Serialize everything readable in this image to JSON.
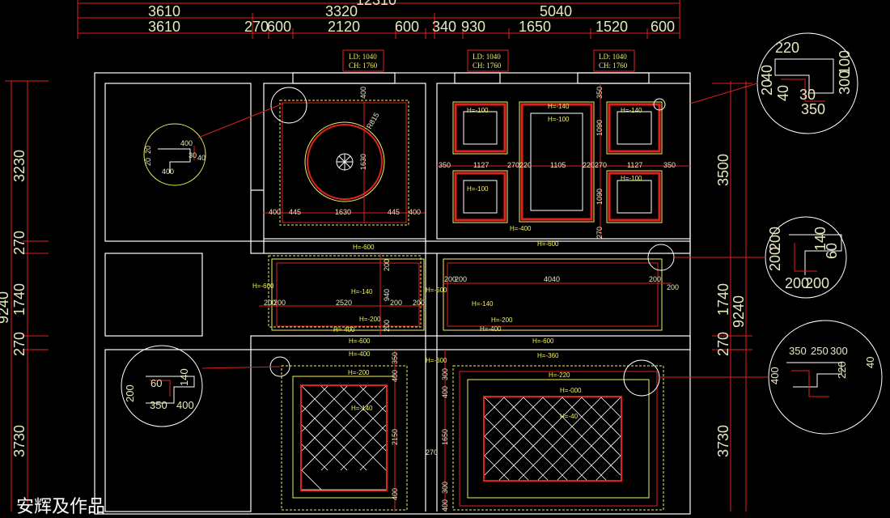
{
  "colors": {
    "background": "#000000",
    "wall": "#ffffff",
    "dimension": "#e02020",
    "yellow": "#f0f060",
    "text": "#e8e8c0"
  },
  "top_dims": {
    "overall": "12310",
    "row1": [
      "3610",
      "3320",
      "5040"
    ],
    "row2": [
      "3610",
      "270",
      "600",
      "2120",
      "600",
      "340",
      "930",
      "1650",
      "1520",
      "600"
    ]
  },
  "left_dims": {
    "overall": "9240",
    "parts": [
      "3230",
      "270",
      "1740",
      "270",
      "3730"
    ]
  },
  "right_dims": {
    "overall": "9240",
    "parts": [
      "3500",
      "1740",
      "270",
      "3730"
    ]
  },
  "lights": [
    {
      "ld": "LD: 1040",
      "ch": "CH: 1760"
    },
    {
      "ld": "LD: 1040",
      "ch": "CH: 1760"
    },
    {
      "ld": "LD: 1040",
      "ch": "CH: 1760"
    }
  ],
  "details": {
    "tl": [
      "400",
      "20",
      "30",
      "40",
      "20",
      "400"
    ],
    "tr": [
      "220",
      "40",
      "20",
      "40",
      "30",
      "300",
      "100",
      "350"
    ],
    "mr": [
      "140",
      "60",
      "200",
      "200",
      "200",
      "200"
    ],
    "br": [
      "350",
      "250",
      "300",
      "400",
      "220",
      "40"
    ],
    "bl": [
      "140",
      "60",
      "200",
      "350",
      "400"
    ]
  },
  "ceiling": {
    "living": {
      "r": "R815",
      "w1": "400",
      "w2": "445",
      "w3": "1630",
      "h": "1630",
      "top": "400"
    },
    "grid_labels": [
      "H=-100",
      "H=-140",
      "H=-100",
      "H=-140",
      "H=-100",
      "H=-100",
      "H=-400"
    ],
    "grid_dims": [
      "350",
      "1127",
      "270",
      "220",
      "1105",
      "220",
      "270",
      "1127",
      "350",
      "1090",
      "1090",
      "350",
      "270"
    ],
    "heights": [
      "H=-600",
      "H=-600",
      "H=-600",
      "H=-500",
      "H=-140",
      "H=-200",
      "H=-400",
      "H=-600",
      "H=-140",
      "H=-200",
      "H=-400",
      "H=-600",
      "H=-400",
      "H=-360",
      "H=-200",
      "H=-220",
      "H=-000",
      "H=-140",
      "H=-40",
      "H=-600"
    ],
    "mid_dims": [
      "200",
      "200",
      "2520",
      "200",
      "200",
      "940",
      "200",
      "200",
      "200",
      "200",
      "4040",
      "200",
      "200"
    ],
    "low_dims": [
      "350",
      "400",
      "2150",
      "400",
      "270",
      "1650",
      "300",
      "400",
      "300",
      "400"
    ]
  },
  "watermark": "安辉及作品"
}
